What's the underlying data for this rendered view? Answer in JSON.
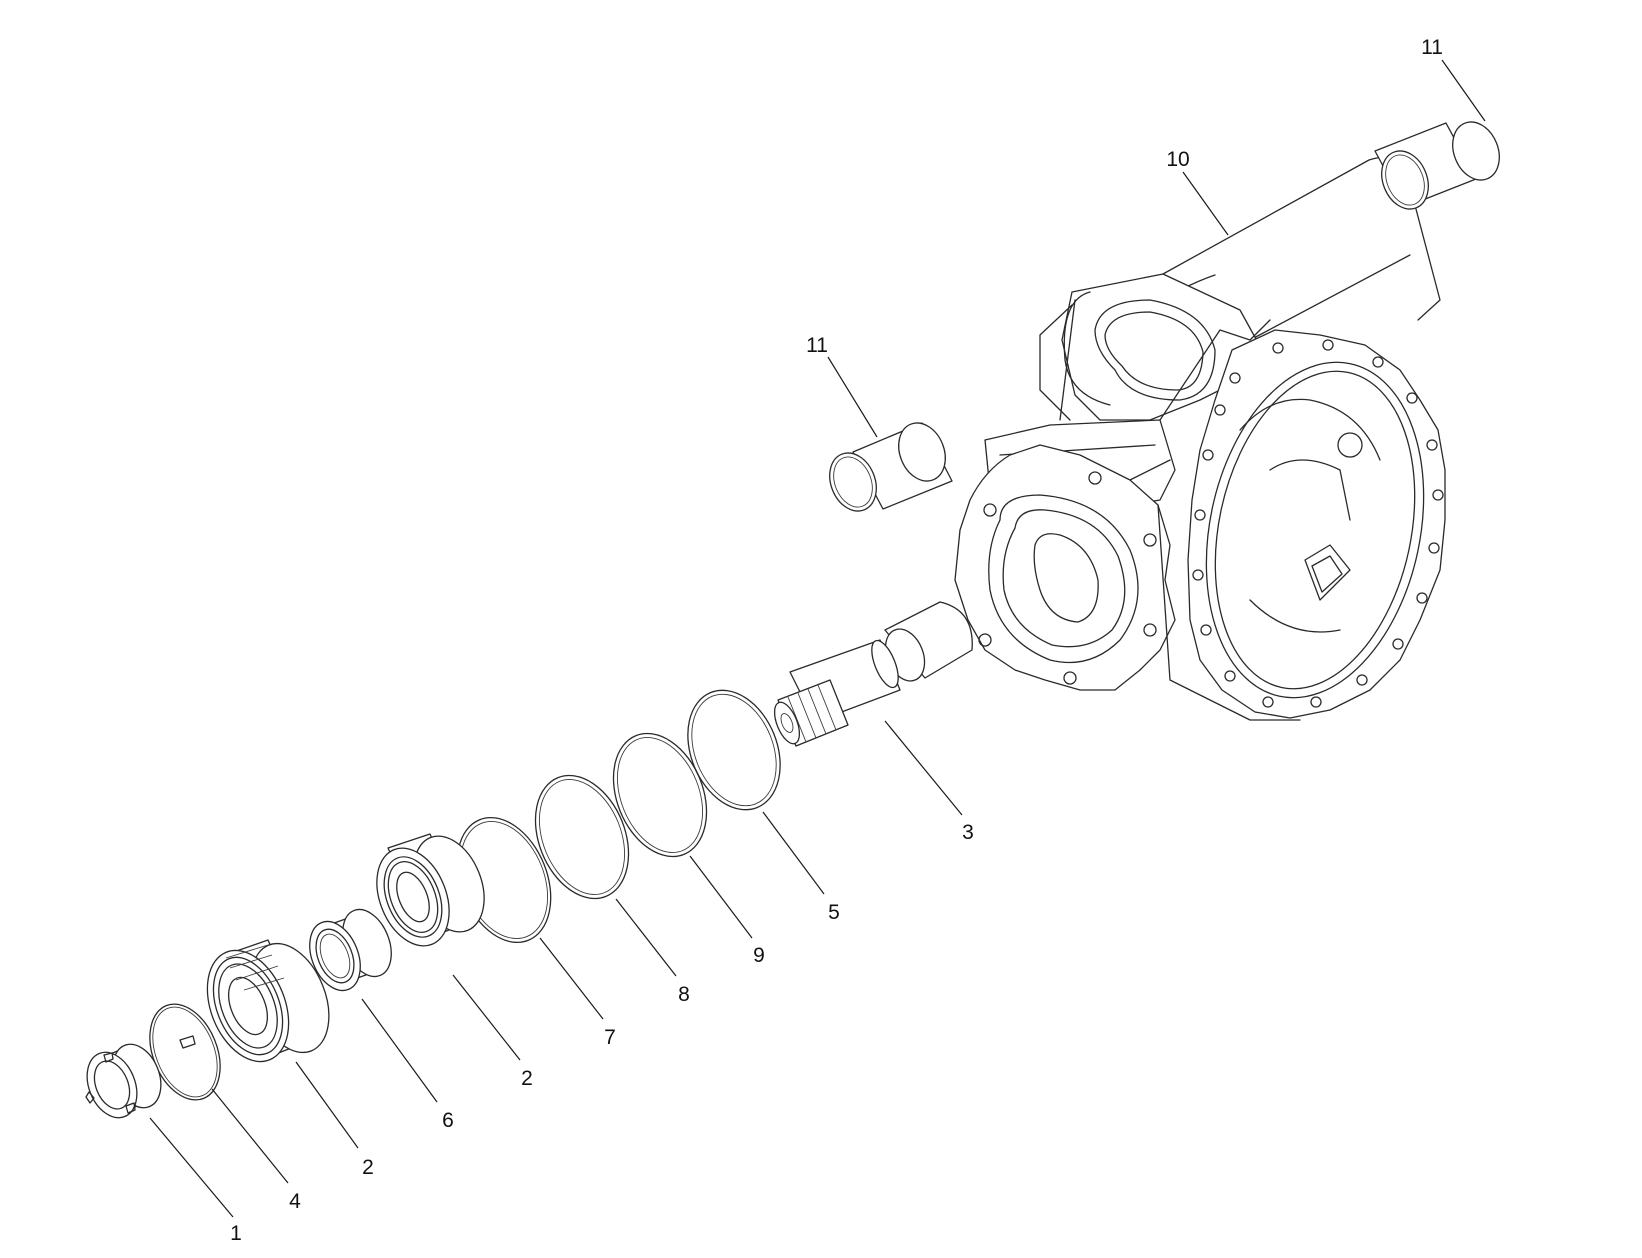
{
  "diagram": {
    "callouts": [
      {
        "id": "c1",
        "label": "1"
      },
      {
        "id": "c4",
        "label": "4"
      },
      {
        "id": "c2a",
        "label": "2"
      },
      {
        "id": "c6",
        "label": "6"
      },
      {
        "id": "c2b",
        "label": "2"
      },
      {
        "id": "c7",
        "label": "7"
      },
      {
        "id": "c8",
        "label": "8"
      },
      {
        "id": "c9",
        "label": "9"
      },
      {
        "id": "c5",
        "label": "5"
      },
      {
        "id": "c3",
        "label": "3"
      },
      {
        "id": "c10",
        "label": "10"
      },
      {
        "id": "c11a",
        "label": "11"
      },
      {
        "id": "c11b",
        "label": "11"
      }
    ]
  }
}
